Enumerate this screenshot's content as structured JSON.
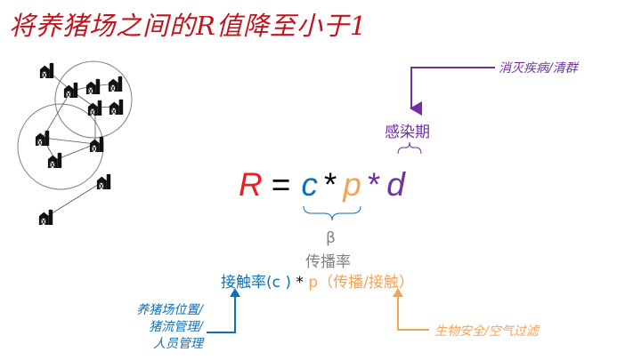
{
  "title": "将养猪场之间的R值降至小于1",
  "formula": {
    "R": "R",
    "equals": "=",
    "c": "c",
    "times": "*",
    "p": "p",
    "d": "d"
  },
  "labels": {
    "infection_period": "感染期",
    "beta": "β",
    "transmission_rate": "传播率",
    "contact_rate_prefix": "接触率",
    "contact_rate_c": "(c )",
    "times": "*",
    "p_label": "p（传播/接触）"
  },
  "notes": {
    "d_measure": "消灭疾病/清群",
    "c_measure_lines": [
      "养猪场位置/",
      "猪流管理/",
      "人员管理"
    ],
    "p_measure": "生物安全/空气过滤"
  },
  "colors": {
    "title": "#c0141c",
    "R": "#ee1c25",
    "c": "#0d70b8",
    "p": "#f5a455",
    "d": "#7030a0",
    "gray": "#808080",
    "circle": "#7f7f7f"
  },
  "farm_icon_name": "barn-icon"
}
